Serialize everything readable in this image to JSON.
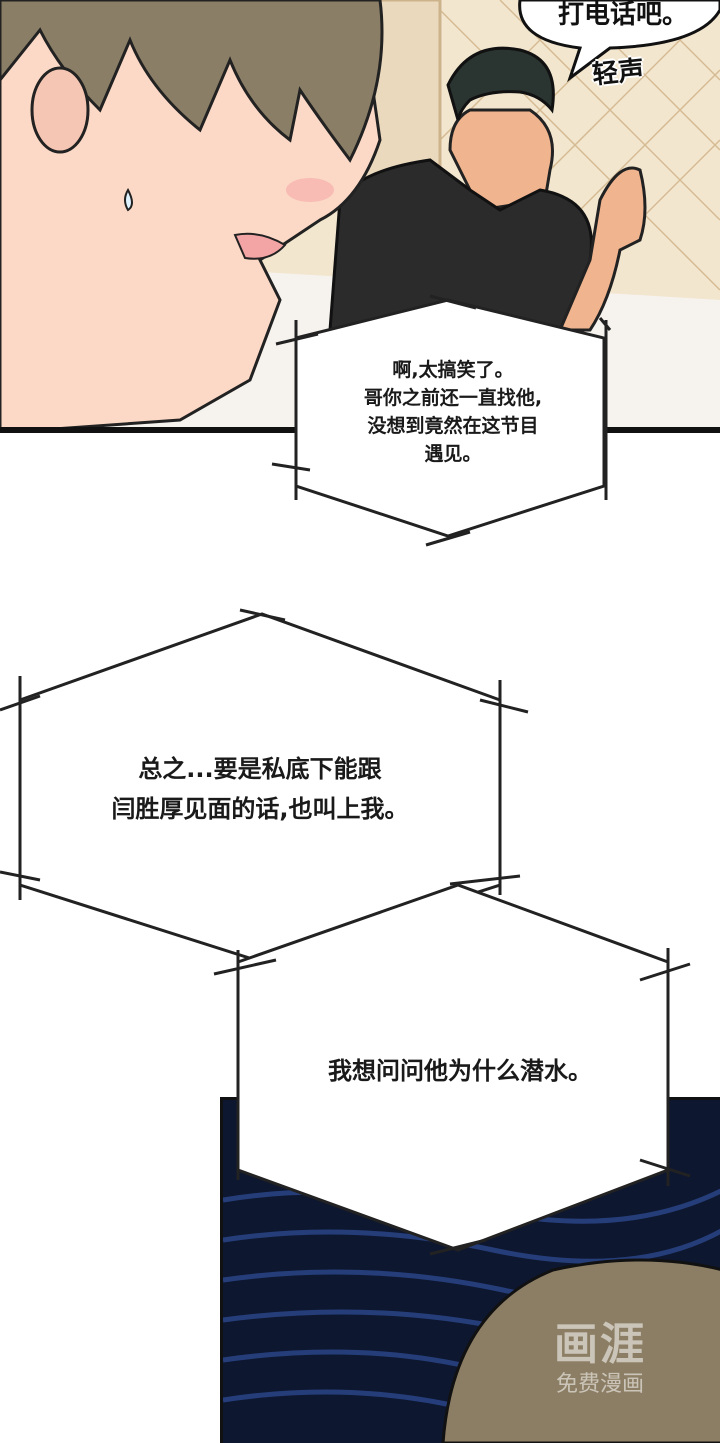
{
  "top_panel": {
    "speech_bubble": "打电话吧。",
    "sound_effect": "轻声"
  },
  "narration_bubbles": [
    {
      "lines": [
        "啊,太搞笑了。",
        "哥你之前还一直找他,",
        "没想到竟然在这节目",
        "遇见。"
      ]
    },
    {
      "lines": [
        "总之...要是私底下能跟",
        "闫胜厚见面的话,也叫上我。"
      ]
    },
    {
      "lines": [
        "我想问问他为什么潜水。"
      ]
    }
  ],
  "watermark": {
    "logo": "画涯",
    "subtitle": "免费漫画"
  },
  "colors": {
    "panel_border": "#111111",
    "bubble_fill": "#ffffff",
    "bubble_stroke": "#222222",
    "night_background": "#0e1730"
  }
}
